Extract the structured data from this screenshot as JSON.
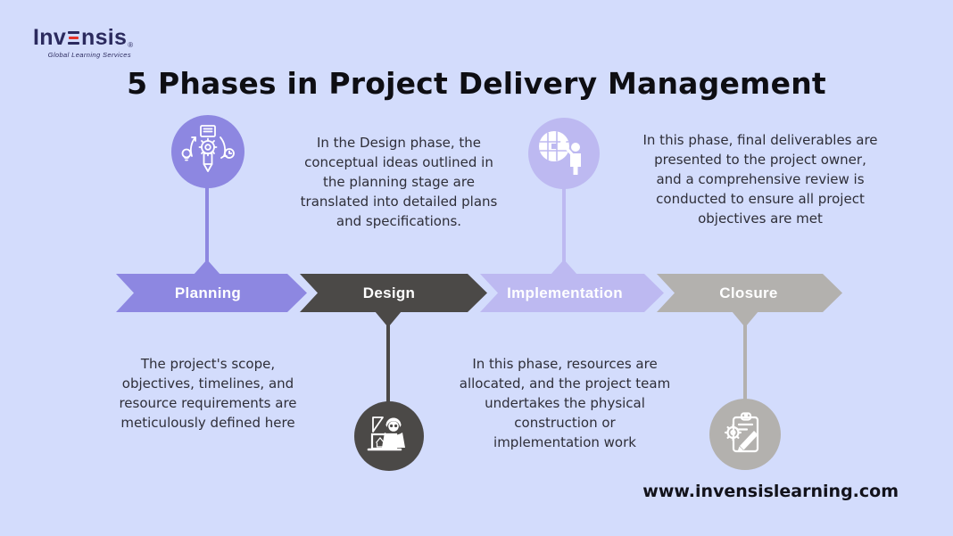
{
  "logo": {
    "brand_prefix": "Inv",
    "brand_suffix": "nsis",
    "registered": "®",
    "tagline": "Global Learning Services",
    "brand_color": "#2b2a5e",
    "accent_color": "#e63329"
  },
  "title": "5 Phases in Project Delivery Management",
  "phases": [
    {
      "label": "Planning",
      "color": "#8d87e1",
      "icon": "gear-pencil-cycle-icon",
      "description": "The project's scope,\nobjectives, timelines, and\nresource requirements are\nmeticulously defined here"
    },
    {
      "label": "Design",
      "color": "#4b4947",
      "icon": "architect-drafting-icon",
      "description": "In the Design phase, the\nconceptual ideas outlined in\nthe planning stage are\ntranslated into detailed plans\nand specifications."
    },
    {
      "label": "Implementation",
      "color": "#bdb9f1",
      "icon": "puzzle-globe-person-icon",
      "description": "In this phase, resources are\nallocated, and the project team\nundertakes the physical\nconstruction or\nimplementation work"
    },
    {
      "label": "Closure",
      "color": "#b3b1ae",
      "icon": "clipboard-gear-pencil-icon",
      "description": "In this phase, final deliverables are\npresented to the project owner,\nand a comprehensive review is\nconducted to ensure all project\nobjectives are met"
    }
  ],
  "footer": {
    "website": "www.invensislearning.com"
  },
  "colors": {
    "background": "#d3dcfc",
    "title_text": "#0e0e13",
    "body_text": "#2e2e38",
    "phase_label_text": "#ffffff",
    "icon_art": "#ffffff"
  }
}
